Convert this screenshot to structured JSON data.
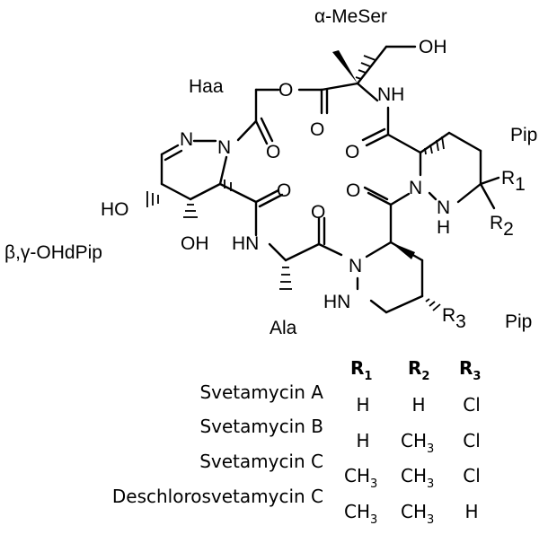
{
  "structure": {
    "residues": {
      "alpha_meser": "α-MeSer",
      "haa": "Haa",
      "pip_top": "Pip",
      "beta_gamma_ohdpip": "β,γ-OHdPip",
      "ala": "Ala",
      "pip_bottom": "Pip"
    },
    "atoms": {
      "oh_top": "OH",
      "o_ester_ring": "O",
      "nh_top": "NH",
      "o_haa_carbonyl": "O",
      "o_ester_carbonyl": "O",
      "o_upper_carbonyl": "O",
      "n_haa_hydrazone_1": "N",
      "n_haa_hydrazone_2": "N",
      "n_top_pip": "N",
      "nh_top_pip": "N",
      "h_top_pip": "H",
      "r1": "R",
      "r1_sub": "1",
      "r2": "R",
      "r2_sub": "2",
      "ho_left": "HO",
      "o_left_carbonyl": "O",
      "o_mid_carbonyl": "O",
      "o_pip_carbonyl": "O",
      "oh_bottom": "OH",
      "hn_ala": "HN",
      "n_bottom_pip": "N",
      "hn_bottom_pip": "HN",
      "r3": "R",
      "r3_sub": "3"
    }
  },
  "table": {
    "headers": [
      {
        "main": "R",
        "sub": "1"
      },
      {
        "main": "R",
        "sub": "2"
      },
      {
        "main": "R",
        "sub": "3"
      }
    ],
    "rows": [
      {
        "name": "Svetamycin A",
        "r1": "H",
        "r2": "H",
        "r3": "Cl"
      },
      {
        "name": "Svetamycin B",
        "r1": "H",
        "r2": "CH",
        "r2_sub": "3",
        "r3": "Cl"
      },
      {
        "name": "Svetamycin C",
        "r1": "CH",
        "r1_sub": "3",
        "r2": "CH",
        "r2_sub": "3",
        "r3": "Cl"
      },
      {
        "name": "Deschlorosvetamycin C",
        "r1": "CH",
        "r1_sub": "3",
        "r2": "CH",
        "r2_sub": "3",
        "r3": "H"
      }
    ]
  }
}
